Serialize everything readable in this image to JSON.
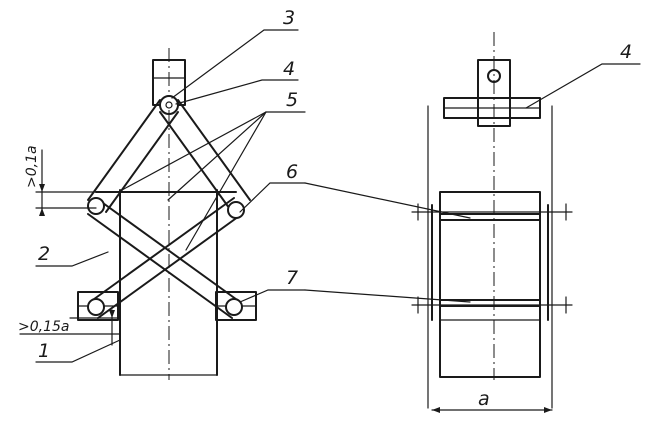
{
  "callouts": {
    "c1": "1",
    "c2": "2",
    "c3": "3",
    "c4_left": "4",
    "c5": "5",
    "c6": "6",
    "c7": "7",
    "c4_right": "4"
  },
  "dimensions": {
    "top_gap": ">0,1a",
    "bottom_gap": ">0,15a",
    "width": "a"
  }
}
